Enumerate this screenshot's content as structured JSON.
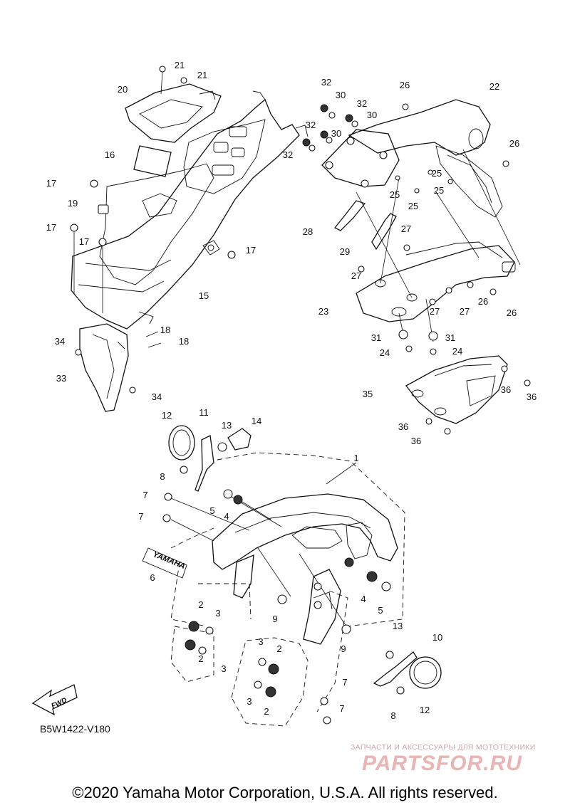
{
  "diagram": {
    "code": "B5W1422-V180",
    "fwd_label": "FWD",
    "brand_mark": "YAMAHA",
    "callouts": [
      "1",
      "2",
      "2",
      "2",
      "2",
      "3",
      "3",
      "3",
      "3",
      "4",
      "4",
      "5",
      "5",
      "6",
      "7",
      "7",
      "7",
      "7",
      "8",
      "8",
      "9",
      "9",
      "10",
      "11",
      "12",
      "12",
      "13",
      "13",
      "14",
      "15",
      "16",
      "17",
      "17",
      "17",
      "17",
      "18",
      "18",
      "19",
      "20",
      "21",
      "21",
      "22",
      "23",
      "24",
      "24",
      "25",
      "25",
      "25",
      "25",
      "26",
      "26",
      "26",
      "26",
      "27",
      "27",
      "27",
      "27",
      "28",
      "29",
      "30",
      "30",
      "30",
      "31",
      "31",
      "32",
      "32",
      "32",
      "32",
      "33",
      "34",
      "34",
      "35",
      "36",
      "36",
      "36",
      "36"
    ]
  },
  "watermark": {
    "subtitle": "ЗАПЧАСТИ И АКСЕССУАРЫ ДЛЯ МОТОТЕХНИКИ",
    "logo_text": "PARTSFOR.RU"
  },
  "footer": {
    "copyright": "©2020 Yamaha Motor Corporation, U.S.A. All rights reserved."
  }
}
